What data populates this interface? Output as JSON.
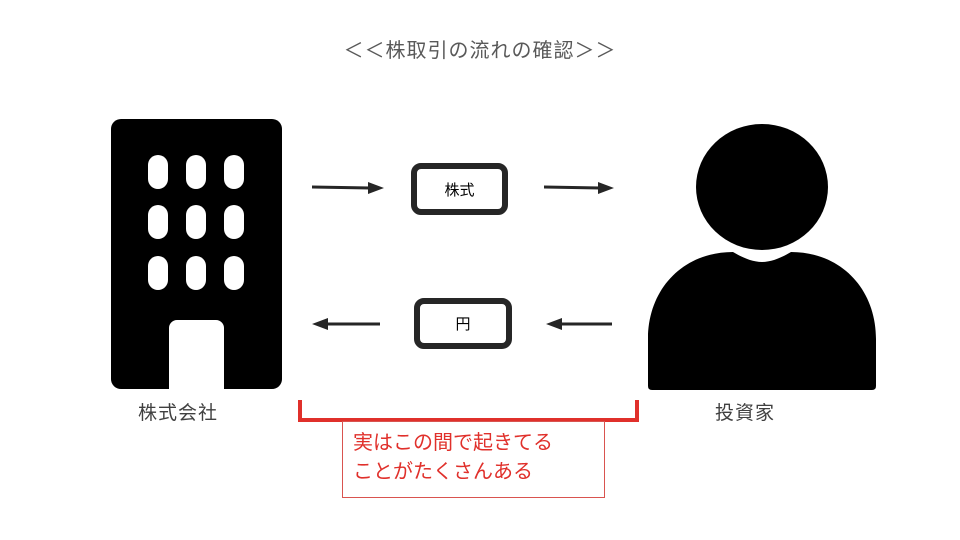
{
  "title": "＜＜株取引の流れの確認＞＞",
  "company": {
    "label": "株式会社",
    "icon": "building-icon"
  },
  "investor": {
    "label": "投資家",
    "icon": "person-icon"
  },
  "flows": {
    "top_item": "株式",
    "bottom_item": "円"
  },
  "note": {
    "line1": "実はこの間で起きてる",
    "line2": "ことがたくさんある"
  },
  "colors": {
    "icon": "#000000",
    "tag_border": "#262626",
    "accent_red": "#e0302b",
    "title_text": "#595959"
  }
}
